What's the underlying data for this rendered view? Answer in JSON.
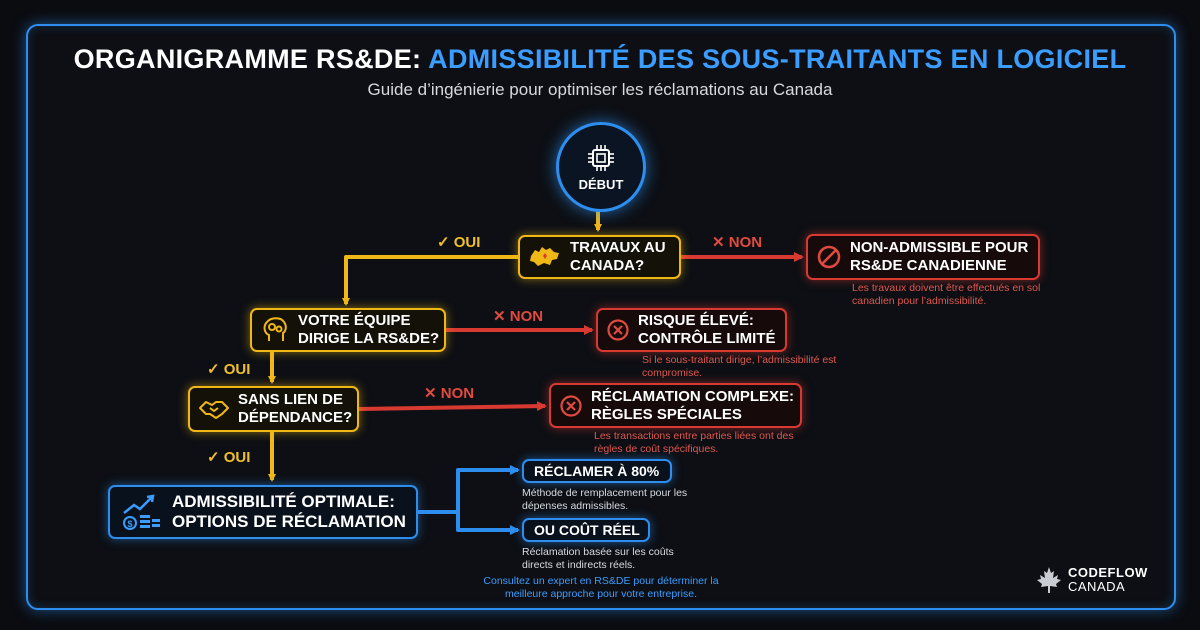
{
  "header": {
    "title_part1": "ORGANIGRAMME RS&DE:",
    "title_part2": "ADMISSIBILITÉ DES SOUS-TRAITANTS EN LOGICIEL",
    "subtitle": "Guide d’ingénierie pour optimiser les réclamations au Canada"
  },
  "start": {
    "label": "DÉBUT",
    "icon": "chip-icon"
  },
  "decisions": [
    {
      "label": "TRAVAUX AU CANADA?",
      "icon": "canada-map-icon"
    },
    {
      "label": "VOTRE ÉQUIPE DIRIGE LA RS&DE?",
      "icon": "brain-gears-icon"
    },
    {
      "label": "SANS LIEN DE DÉPENDANCE?",
      "icon": "handshake-icon"
    }
  ],
  "outcomes": [
    {
      "label": "NON-ADMISSIBLE POUR RS&DE CANADIENNE",
      "note": "Les travaux doivent être effectués en sol canadien pour l’admissibilité.",
      "icon": "prohibited-icon"
    },
    {
      "label": "RISQUE ÉLEVÉ: CONTRÔLE LIMITÉ",
      "note": "Si le sous-traitant dirige, l’admissibilité est compromise.",
      "icon": "x-circle-icon"
    },
    {
      "label": "RÉCLAMATION COMPLEXE: RÈGLES SPÉCIALES",
      "note": "Les transactions entre parties liées ont des règles de coût spécifiques.",
      "icon": "x-circle-icon"
    }
  ],
  "optimal": {
    "label": "ADMISSIBILITÉ OPTIMALE: OPTIONS DE RÉCLAMATION",
    "icon": "growth-coins-icon"
  },
  "options": [
    {
      "label": "RÉCLAMER À 80%",
      "note": "Méthode de remplacement pour les dépenses admissibles."
    },
    {
      "label": "OU COÛT RÉEL",
      "note": "Réclamation basée sur les coûts directs et indirects réels."
    }
  ],
  "edge_labels": {
    "yes": "✓ OUI",
    "no": "✕ NON"
  },
  "footer_note": "Consultez un expert en RS&DE pour déterminer la meilleure approche pour votre entreprise.",
  "brand": {
    "line1": "CODEFLOW",
    "line2": "CANADA",
    "icon": "maple-leaf-icon"
  },
  "colors": {
    "yes_path": "#f0b816",
    "no_path": "#d83a32",
    "accent": "#2e8ef0"
  }
}
